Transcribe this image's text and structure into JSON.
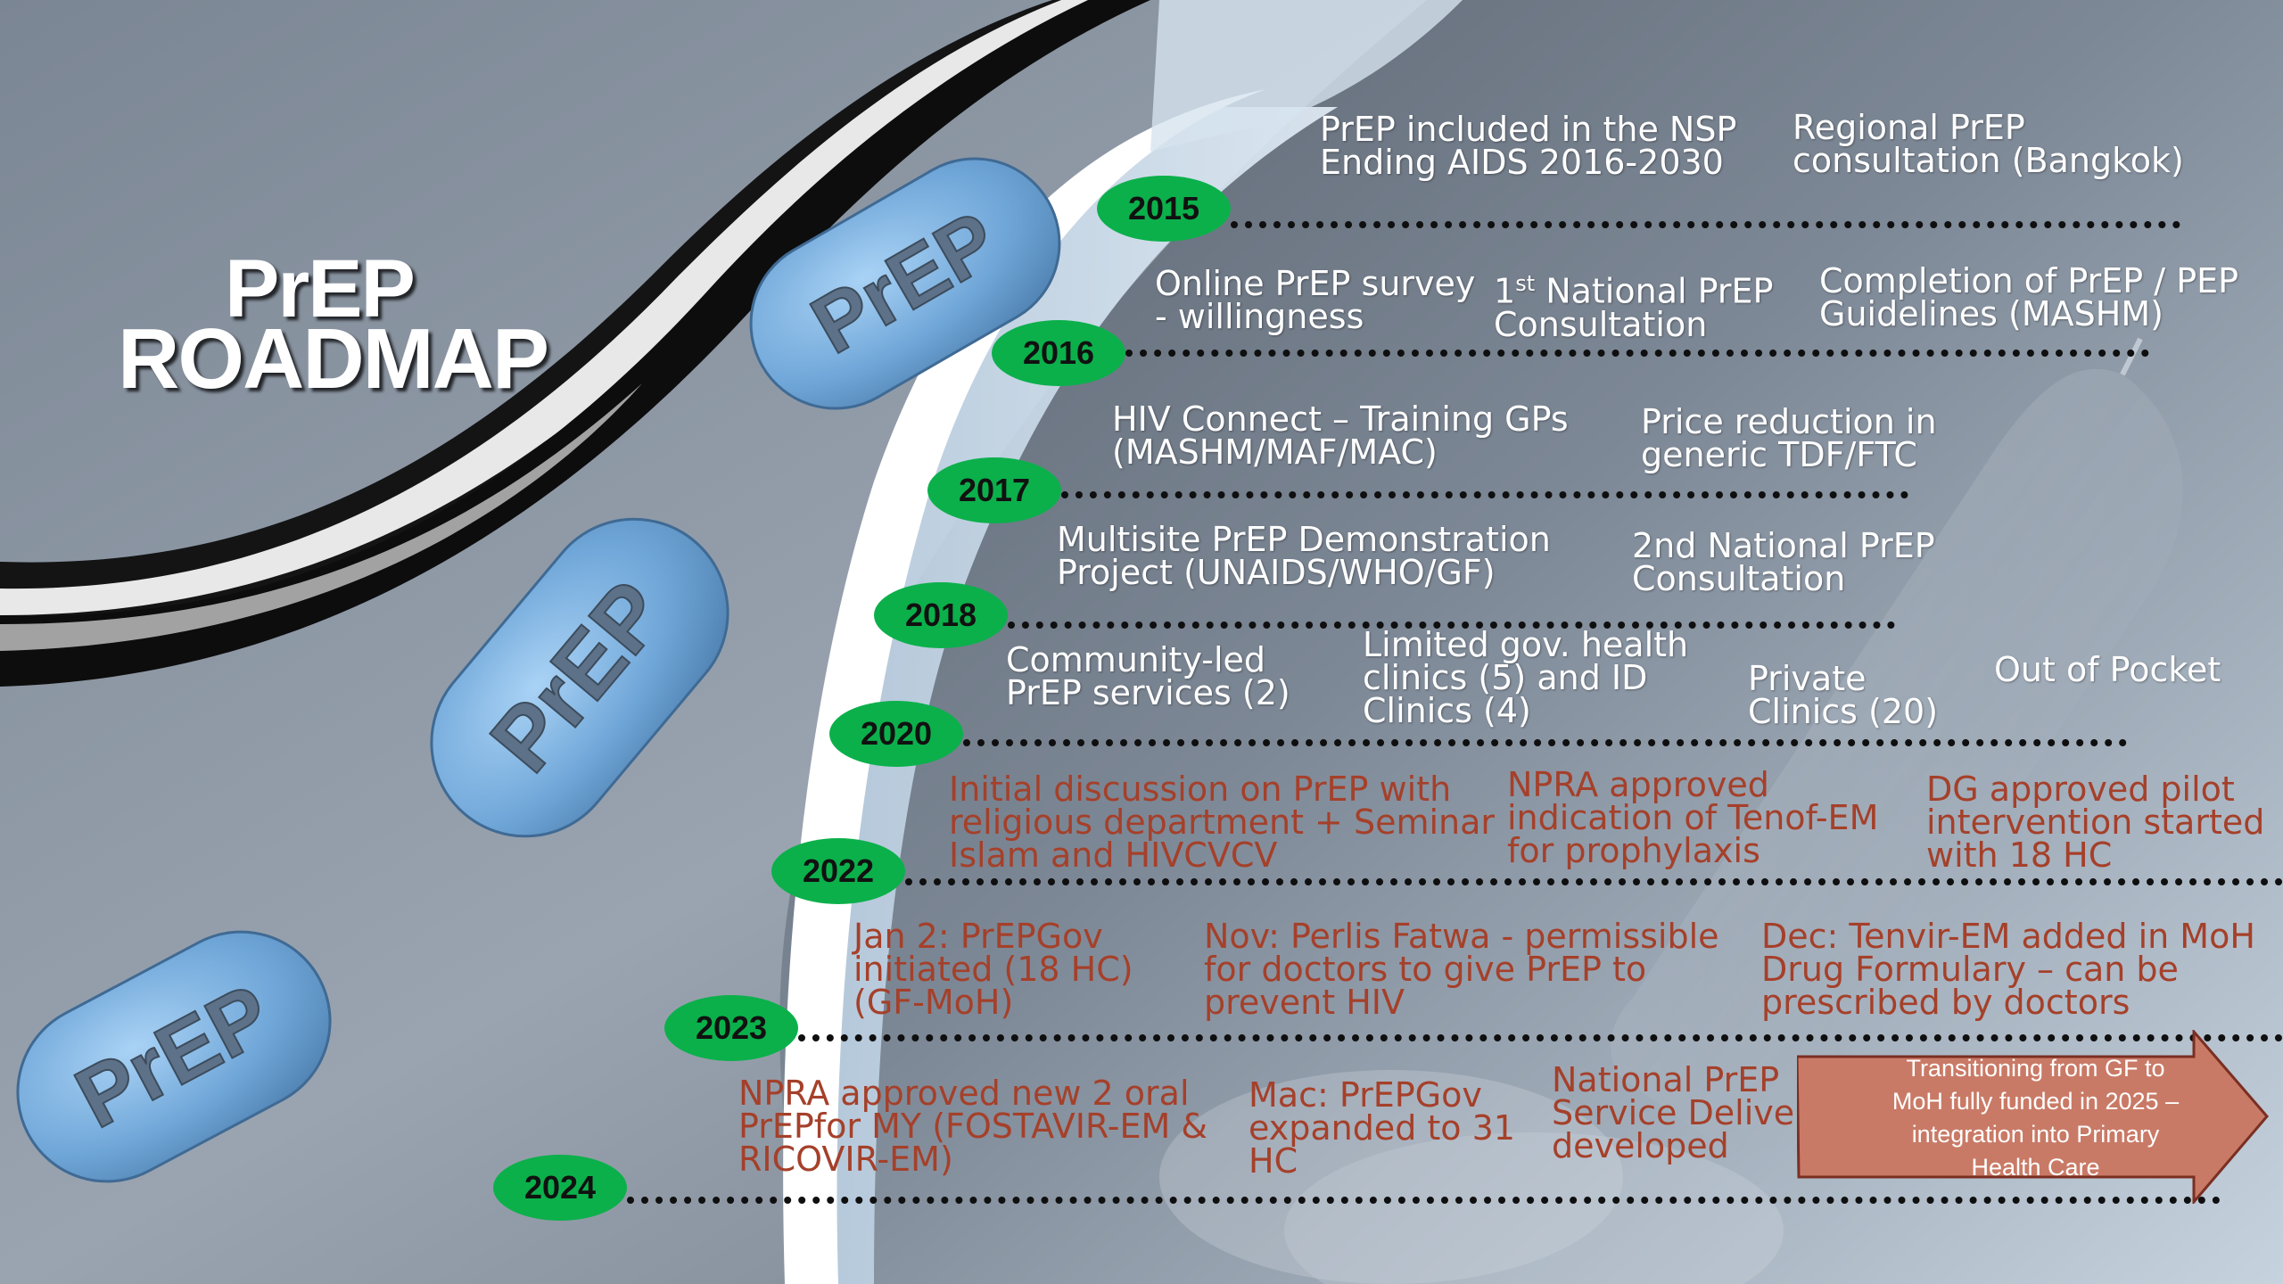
{
  "title": {
    "line1": "PrEP",
    "line2": "ROADMAP"
  },
  "pill_label": "PrEP",
  "colors": {
    "year_badge": "#0bb04b",
    "white_text": "#ffffff",
    "red_text": "#a5402a",
    "arrow_fill": "#c97a66",
    "dots": "#0f0f0f"
  },
  "timeline": [
    {
      "year": "2015",
      "events": [
        {
          "lines": [
            "PrEP included in the NSP",
            "Ending AIDS 2016-2030"
          ],
          "color": "white"
        },
        {
          "lines": [
            "Regional PrEP",
            "consultation (Bangkok)"
          ],
          "color": "white"
        }
      ]
    },
    {
      "year": "2016",
      "events": [
        {
          "lines": [
            "Online PrEP survey",
            "- willingness"
          ],
          "color": "white"
        },
        {
          "lines": [
            "1st National PrEP",
            "Consultation"
          ],
          "color": "white",
          "superscript": "st"
        },
        {
          "lines": [
            "Completion of PrEP / PEP",
            "Guidelines (MASHM)"
          ],
          "color": "white"
        }
      ]
    },
    {
      "year": "2017",
      "events": [
        {
          "lines": [
            "HIV Connect – Training GPs",
            "(MASHM/MAF/MAC)"
          ],
          "color": "white"
        },
        {
          "lines": [
            "Price reduction in",
            "generic TDF/FTC"
          ],
          "color": "white"
        }
      ]
    },
    {
      "year": "2018",
      "events": [
        {
          "lines": [
            "Multisite PrEP Demonstration",
            "Project (UNAIDS/WHO/GF)"
          ],
          "color": "white"
        },
        {
          "lines": [
            "2nd National PrEP",
            "Consultation"
          ],
          "color": "white"
        }
      ]
    },
    {
      "year": "2020",
      "events": [
        {
          "lines": [
            "Community-led",
            "PrEP services (2)"
          ],
          "color": "white"
        },
        {
          "lines": [
            "Limited gov. health",
            "clinics (5) and ID",
            "Clinics (4)"
          ],
          "color": "white"
        },
        {
          "lines": [
            "Private",
            "Clinics (20)"
          ],
          "color": "white"
        },
        {
          "lines": [
            "Out of Pocket"
          ],
          "color": "white"
        }
      ]
    },
    {
      "year": "2022",
      "events": [
        {
          "lines": [
            "Initial discussion on PrEP with",
            "religious department + Seminar",
            "Islam and HIVCVCV"
          ],
          "color": "red"
        },
        {
          "lines": [
            "NPRA approved",
            "indication of Tenof-EM",
            "for prophylaxis"
          ],
          "color": "red"
        },
        {
          "lines": [
            "DG approved pilot",
            "intervention started",
            "with 18 HC"
          ],
          "color": "red"
        }
      ]
    },
    {
      "year": "2023",
      "events": [
        {
          "lines": [
            "Jan 2: PrEPGov",
            "initiated (18 HC)",
            "(GF-MoH)"
          ],
          "color": "red"
        },
        {
          "lines": [
            "Nov: Perlis Fatwa - permissible",
            "for doctors to give PrEP to",
            "prevent HIV"
          ],
          "color": "red"
        },
        {
          "lines": [
            "Dec: Tenvir-EM added in MoH",
            "Drug Formulary – can be",
            "prescribed by doctors"
          ],
          "color": "red"
        }
      ]
    },
    {
      "year": "2024",
      "events": [
        {
          "lines": [
            "NPRA approved new 2 oral",
            "PrEPfor MY (FOSTAVIR-EM &",
            "RICOVIR-EM)"
          ],
          "color": "red"
        },
        {
          "lines": [
            "Mac: PrEPGov",
            "expanded to 31",
            "HC"
          ],
          "color": "red"
        },
        {
          "lines": [
            "National PrEP",
            "Service Delivery",
            "developed"
          ],
          "color": "red"
        }
      ]
    }
  ],
  "arrow_callout": {
    "lines": [
      "Transitioning from GF to",
      "MoH fully funded in 2025 –",
      "integration into Primary",
      "Health Care"
    ]
  }
}
